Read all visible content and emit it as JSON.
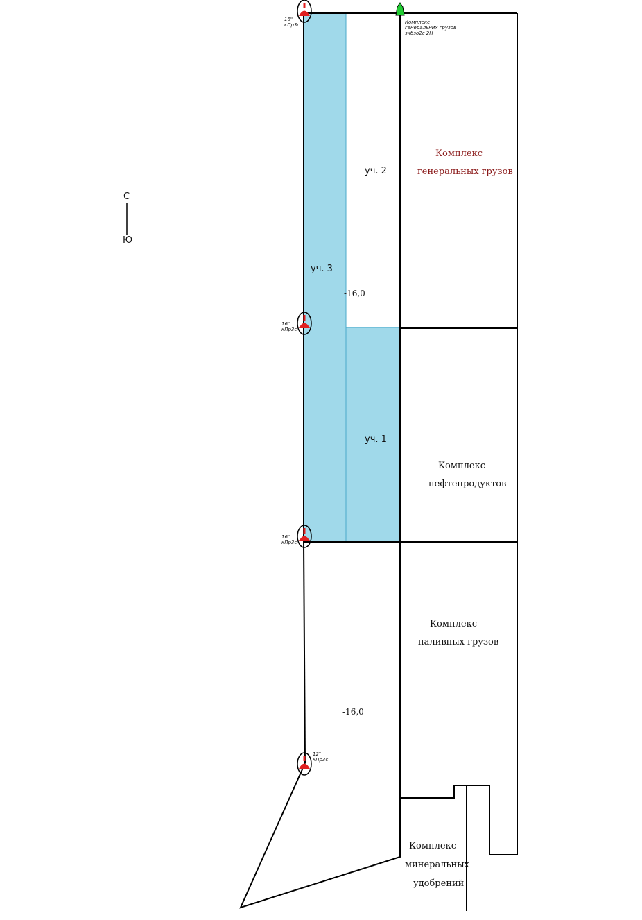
{
  "compass": {
    "north": "С",
    "south": "Ю"
  },
  "plots": {
    "plot1": "уч. 1",
    "plot2": "уч. 2",
    "plot3": "уч. 3"
  },
  "depths": [
    "-16,0",
    "-16,0"
  ],
  "complexes": {
    "general_1": "Комплекс",
    "general_2": "генеральных грузов",
    "oil_1": "Комплекс",
    "oil_2": "нефтепродуктов",
    "liquid_1": "Комплекс",
    "liquid_2": "наливных грузов",
    "mineral_1": "Комплекс",
    "mineral_2": "минеральных",
    "mineral_3": "удобрений"
  },
  "buoys": [
    {
      "l1": "16\"",
      "l2": "кПр3с"
    },
    {
      "l1": "16\"",
      "l2": "кПр3с"
    },
    {
      "l1": "16\"",
      "l2": "кПр3с"
    },
    {
      "l1": "12\"",
      "l2": "кПр3с"
    }
  ],
  "green_light": {
    "l1": "Комплекс",
    "l2": "генеральних грузов",
    "l3": "зкбзо2с 2Н"
  },
  "colors": {
    "water_plot": "#a0d9ea",
    "buoy": "#e02020",
    "green_light": "#22cc33",
    "complex_text": "#8b1a1a"
  }
}
